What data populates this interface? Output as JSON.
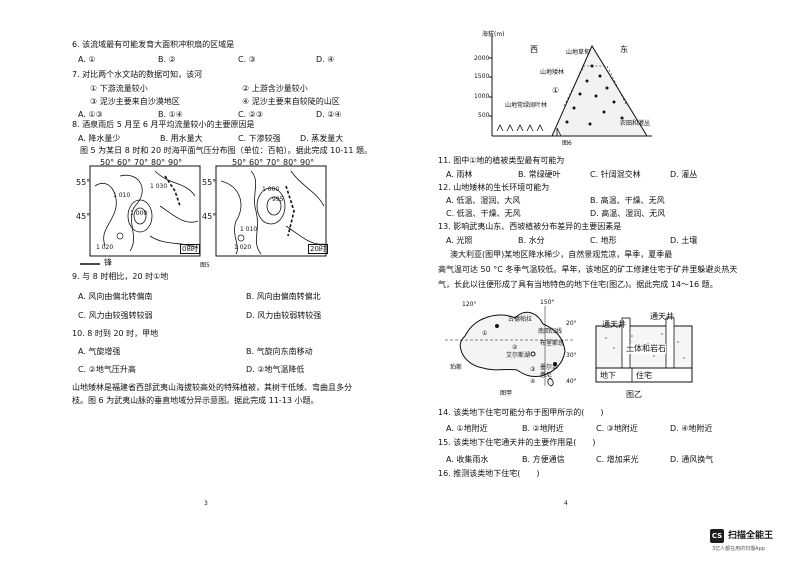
{
  "left_page": {
    "q6": "6. 该流域最有可能发育大面积冲积扇的区域是",
    "q6_opts": [
      "A. ①",
      "B. ②",
      "C. ③",
      "D. ④"
    ],
    "q7": "7. 对比两个水文站的数据可知，该河",
    "q7_opts": [
      "① 下游流量较小",
      "② 上游含沙量较小",
      "③ 泥沙主要来自沙漠地区",
      "④ 泥沙主要来自较陡的山区"
    ],
    "q7_ans": [
      "A. ①③",
      "B. ①④",
      "C. ②③",
      "D. ②④"
    ],
    "q8": "8. 酒泉雨后 5 月至 6 月平均流量较小的主要原因是",
    "q8_opts": [
      "A. 降水量少",
      "B. 用水量大",
      "C. 下渗较强",
      "D. 蒸发量大"
    ],
    "intro_10_11": "图 5 为某日 8 时和 20 时海平面气压分布图（单位：百帕）。据此完成 10-11 题。",
    "map_top_labels": [
      "50°",
      "60°",
      "70°",
      "80°",
      "90°",
      "50°",
      "60°",
      "70°",
      "80°",
      "90°"
    ],
    "map_left_lat": [
      "55°",
      "45°"
    ],
    "map_right_lat": [
      "55°",
      "45°"
    ],
    "map_isobars_left": [
      "1 010",
      "1 000",
      "1 020",
      "1 030"
    ],
    "map_isobars_right": [
      "1 000",
      "995",
      "1 010",
      "1 020"
    ],
    "map_time_left": "08时",
    "map_time_right": "20时",
    "map_legend": "锋",
    "map_fig": "图5",
    "q9": "9. 与 8 时相比，20 时①地",
    "q9_opts": [
      "A. 风向由偏北转偏南",
      "B. 风向由偏南转偏北",
      "C. 风力由较强转较弱",
      "D. 风力由较弱转较强"
    ],
    "q10": "10. 8 时到 20 时，甲地",
    "q10_opts": [
      "A. 气旋增强",
      "B. 气旋向东南移动",
      "C. ②地气压升高",
      "D. ②地气温降低"
    ],
    "intro_11_13": "山地矮林是福建省西部武夷山海拔较高处的特殊植被，其树干低矮、弯曲且多分枝。图 6 为武夷山脉的垂直地域分异示意图。据此完成 11-13 小题。",
    "page_number": "3"
  },
  "right_page": {
    "fig6_y_unit": "海拔(m)",
    "fig6_west": "西",
    "fig6_east": "东",
    "fig6_y_ticks": [
      "2000",
      "1500",
      "1000",
      "500"
    ],
    "fig6_labels": [
      "山地草甸",
      "山地矮林",
      "①",
      "山地常绿阔叶林",
      "农田和灌丛"
    ],
    "fig6_caption": "图6",
    "q11": "11. 图中①地的植被类型最有可能为",
    "q11_opts": [
      "A. 雨林",
      "B. 常绿硬叶",
      "C. 针阔混交林",
      "D. 灌丛"
    ],
    "q12": "12. 山地矮林的生长环境可能为",
    "q12_opts": [
      "A. 低温、湿润、大风",
      "B. 高温、干燥、无风",
      "C. 低温、干燥、无风",
      "D. 高温、湿润、无风"
    ],
    "q13": "13. 影响武夷山东、西坡植被分布差异的主要因素是",
    "q13_opts": [
      "A. 光照",
      "B. 水分",
      "C. 地形",
      "D. 土壤"
    ],
    "passage_14_16": [
      "澳大利亚(图甲)某地区降水稀少，自然景观荒凉，旱季，夏季最",
      "高气温可达 50 °C 冬季气温较低。旱年，该地区的矿工修建住宅于矿井里躲避炎热天",
      "气，长此以往便形成了具有当地特色的地下住宅(图乙)。据此完成 14～16 题。"
    ],
    "map_jia_labels": [
      "120°",
      "150°",
      "古德帕拉",
      "南回归线",
      "艾尔斯湖",
      "布里斯班",
      "珀斯",
      "墨尔本",
      "悉尼",
      "澳大利亚首都"
    ],
    "map_jia_circles": [
      "①",
      "②",
      "③",
      "④"
    ],
    "map_jia_lat": [
      "20°",
      "30°",
      "40°"
    ],
    "map_jia_caption": "图甲",
    "fig_yi_labels": [
      "通天井",
      "通天井",
      "土体和岩石",
      "地下",
      "住宅"
    ],
    "fig_yi_caption": "图乙",
    "q14": "14. 该类地下住宅可能分布于图甲所示的(　　)",
    "q14_opts": [
      "A. ①地附近",
      "B. ②地附近",
      "C. ③地附近",
      "D. ④地附近"
    ],
    "q15": "15. 该类地下住宅通天井的主要作用是(　　)",
    "q15_opts": [
      "A. 收集雨水",
      "B. 方便通信",
      "C. 增加采光",
      "D. 通风换气"
    ],
    "q16": "16. 推测该类地下住宅(　　)",
    "page_number": "4"
  },
  "watermark": {
    "logo": "CS",
    "title": "扫描全能王",
    "subtitle": "3亿人都在用的扫描App"
  }
}
